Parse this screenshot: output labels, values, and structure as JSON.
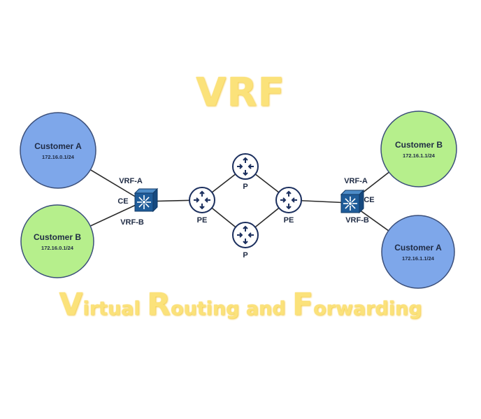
{
  "title": "VRF",
  "subtitle": [
    {
      "text": "V",
      "size": "big"
    },
    {
      "text": "irtual ",
      "size": "small"
    },
    {
      "text": "R",
      "size": "big"
    },
    {
      "text": "outing and ",
      "size": "small"
    },
    {
      "text": "F",
      "size": "big"
    },
    {
      "text": "orwarding",
      "size": "small"
    }
  ],
  "colors": {
    "customer_a_fill": "#7ea7ea",
    "customer_b_fill": "#b6ef8c",
    "device_blue": "#1f5c99",
    "router_fill": "#ffffff",
    "router_stroke": "#1b2f5e",
    "title_yellow": "#fbe27a"
  },
  "customers": [
    {
      "id": "left-a",
      "name": "Customer A",
      "subnet": "172.16.0.1/24",
      "type": "a"
    },
    {
      "id": "left-b",
      "name": "Customer B",
      "subnet": "172.16.0.1/24",
      "type": "b"
    },
    {
      "id": "right-b",
      "name": "Customer B",
      "subnet": "172.16.1.1/24",
      "type": "b"
    },
    {
      "id": "right-a",
      "name": "Customer A",
      "subnet": "172.16.1.1/24",
      "type": "a"
    }
  ],
  "devices": [
    {
      "id": "ce-left",
      "kind": "switch",
      "label": "CE"
    },
    {
      "id": "ce-right",
      "kind": "switch",
      "label": "CE"
    },
    {
      "id": "pe-left",
      "kind": "router",
      "label": "PE"
    },
    {
      "id": "pe-right",
      "kind": "router",
      "label": "PE"
    },
    {
      "id": "p-top",
      "kind": "router",
      "label": "P"
    },
    {
      "id": "p-bottom",
      "kind": "router",
      "label": "P"
    }
  ],
  "vrf_labels": [
    {
      "id": "left-vrf-a",
      "text": "VRF-A"
    },
    {
      "id": "left-vrf-b",
      "text": "VRF-B"
    },
    {
      "id": "right-vrf-a",
      "text": "VRF-A"
    },
    {
      "id": "right-vrf-b",
      "text": "VRF-B"
    }
  ],
  "links": [
    [
      "left-a",
      "ce-left"
    ],
    [
      "left-b",
      "ce-left"
    ],
    [
      "ce-left",
      "pe-left"
    ],
    [
      "pe-left",
      "p-top"
    ],
    [
      "pe-left",
      "p-bottom"
    ],
    [
      "p-top",
      "pe-right"
    ],
    [
      "p-bottom",
      "pe-right"
    ],
    [
      "pe-right",
      "ce-right"
    ],
    [
      "ce-right",
      "right-b"
    ],
    [
      "ce-right",
      "right-a"
    ]
  ]
}
